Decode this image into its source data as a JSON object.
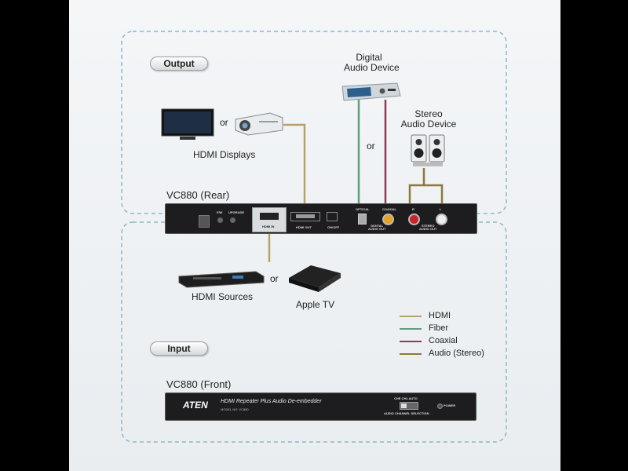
{
  "sections": {
    "output": "Output",
    "input": "Input"
  },
  "devices": {
    "digital_audio": "Digital\nAudio Device",
    "stereo_audio": "Stereo\nAudio Device",
    "hdmi_displays": "HDMI Displays",
    "hdmi_sources": "HDMI Sources",
    "apple_tv": "Apple TV",
    "or": "or"
  },
  "rear": {
    "title": "VC880 (Rear)",
    "port_fw": "F/W",
    "port_upgrade": "UPGRADE",
    "port_hdmi_in": "HDMI IN",
    "port_hdmi_out": "HDMI OUT",
    "port_on_off": "ON/OFF",
    "port_optical": "OPTICAL",
    "port_coaxial": "COAXIAL",
    "digital_audio_out": "DIGITAL\nAUDIO OUT",
    "port_r": "R",
    "port_l": "L",
    "stereo_audio_out": "STEREO\nAUDIO OUT"
  },
  "front": {
    "title": "VC880 (Front)",
    "brand": "ATEN",
    "product": "HDMI Repeater Plus Audio De-embedder",
    "model": "MODEL NO: VC880",
    "switch_labels": "CHE  CH1  AUTO",
    "channel_selection": "AUDIO CHANNEL SELECTION",
    "power": "POWER"
  },
  "legend": [
    {
      "label": "HDMI",
      "color": "#b8a06a"
    },
    {
      "label": "Fiber",
      "color": "#5f9e7e"
    },
    {
      "label": "Coaxial",
      "color": "#8e3a52"
    },
    {
      "label": "Audio (Stereo)",
      "color": "#8c7a3c"
    }
  ]
}
